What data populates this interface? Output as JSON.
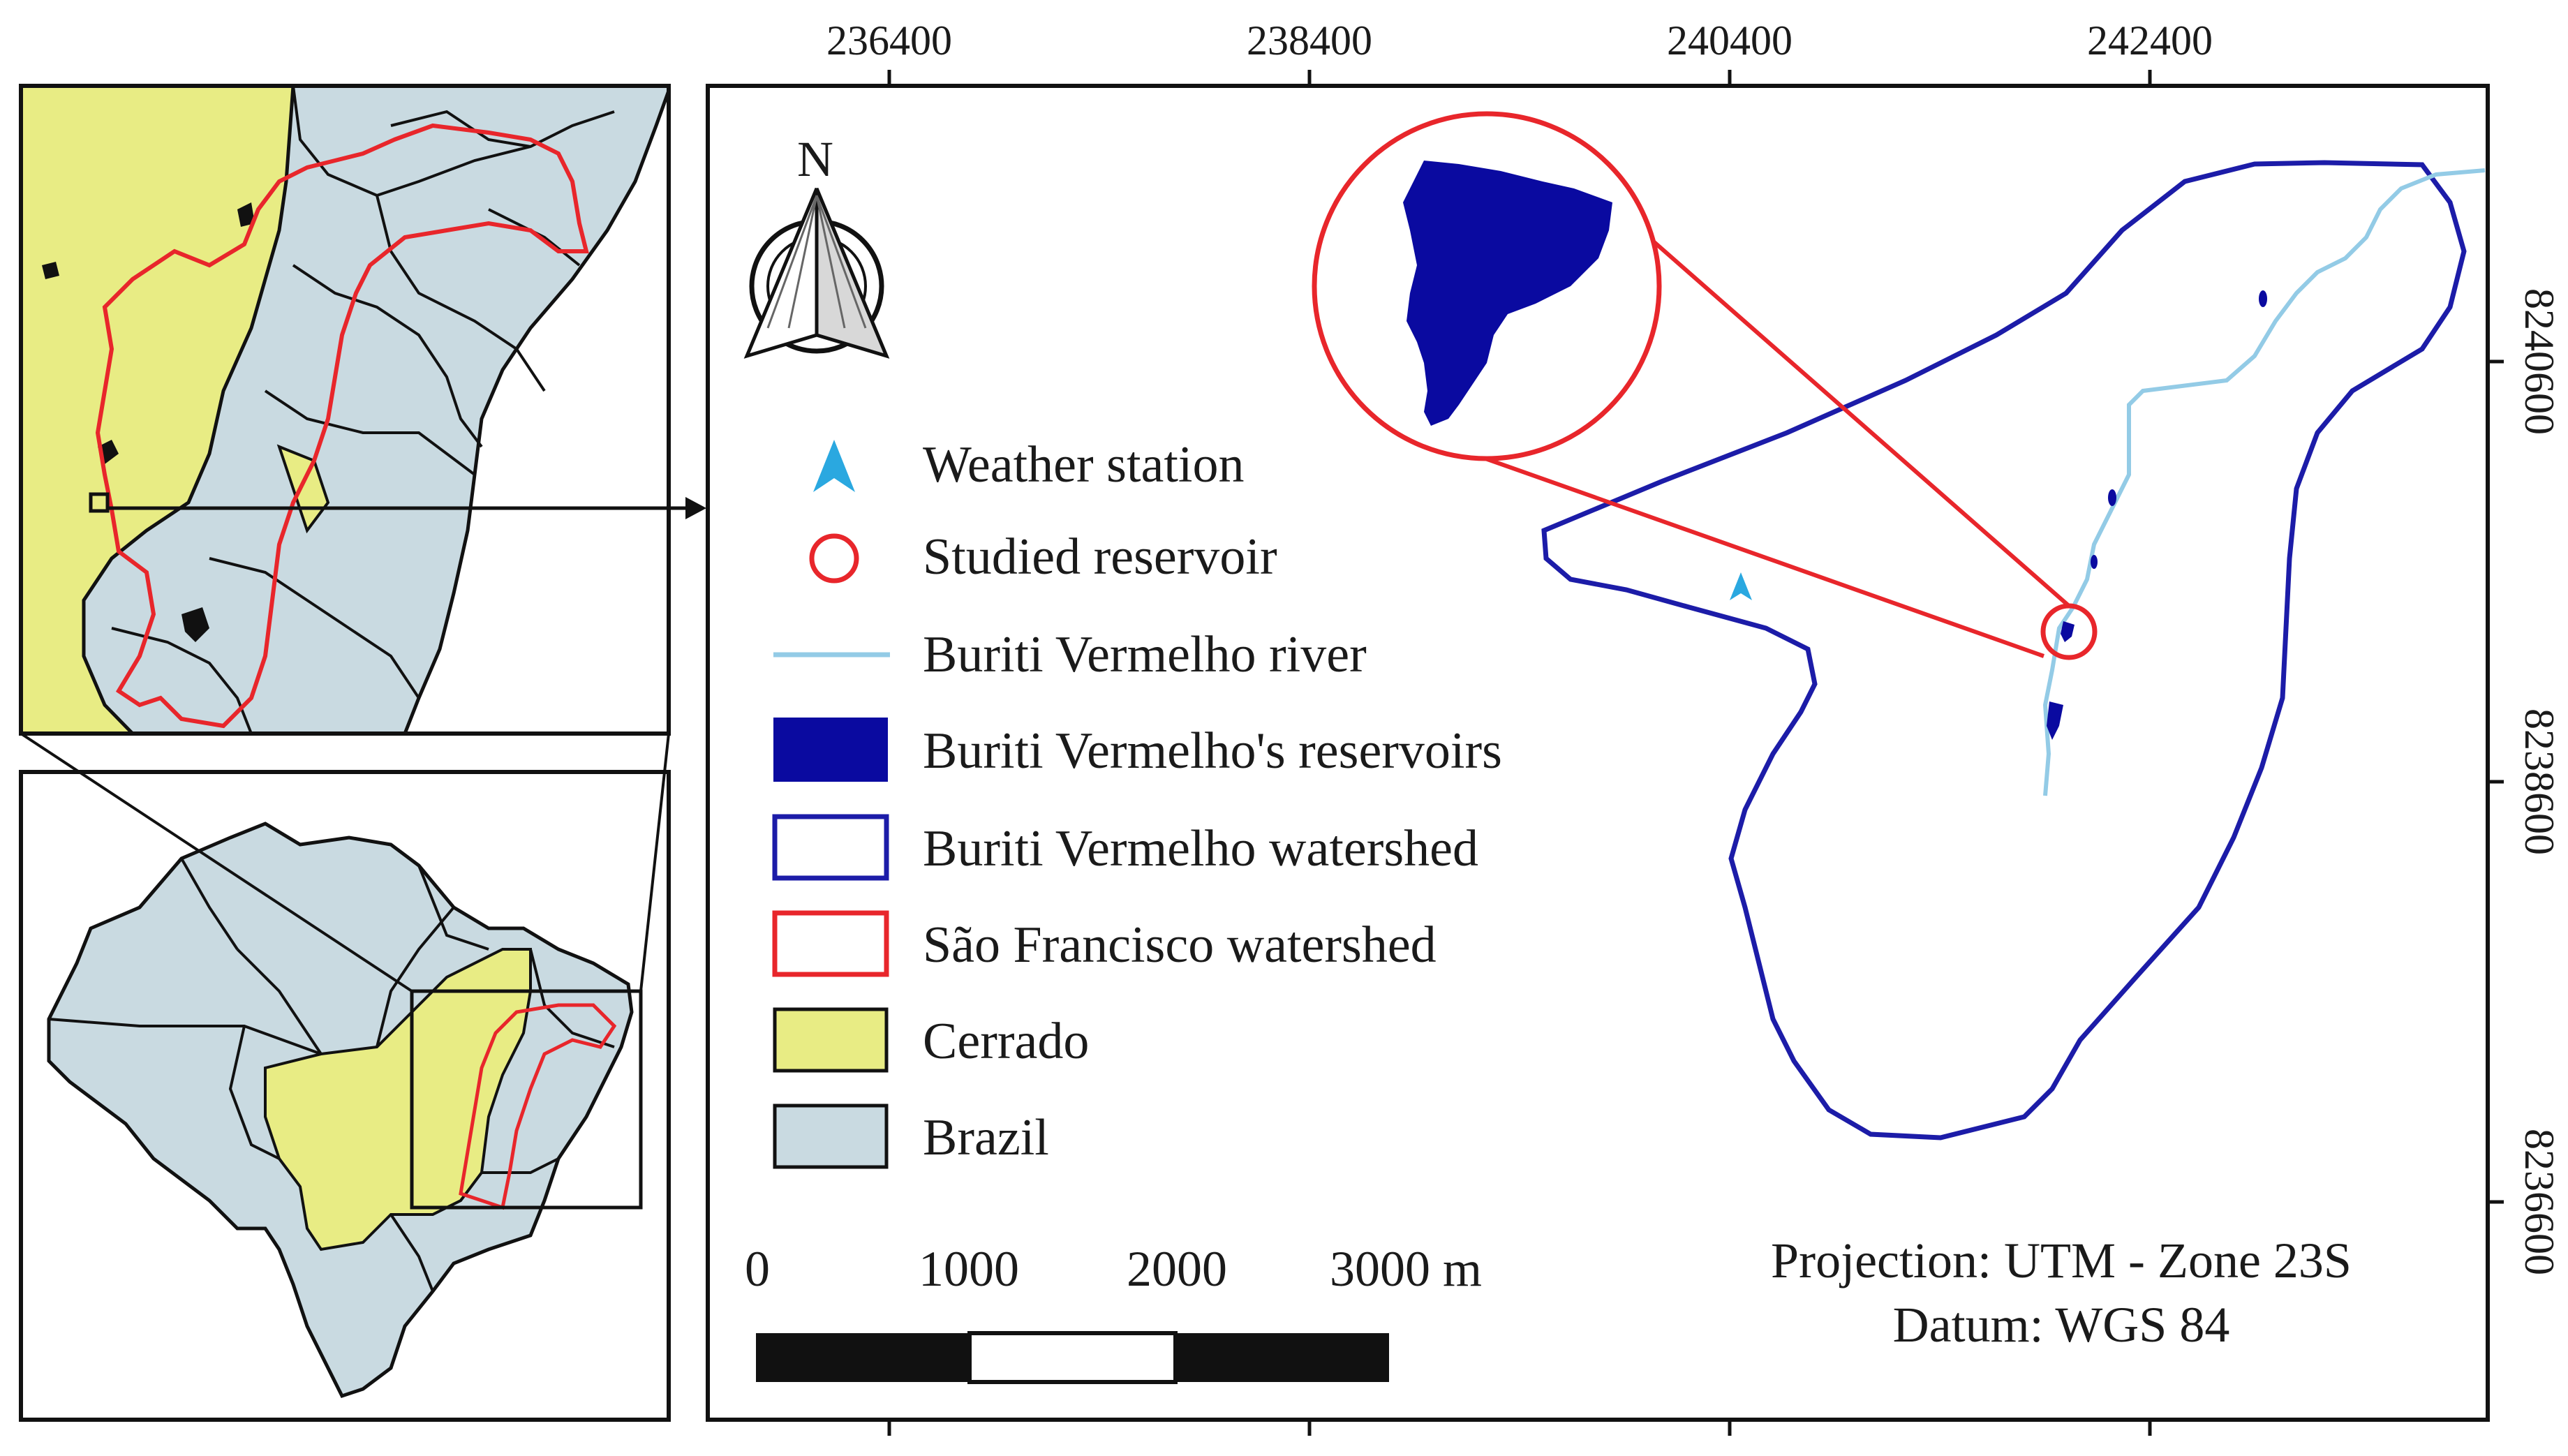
{
  "top_axis": {
    "ticks": [
      "236400",
      "238400",
      "240400",
      "242400"
    ]
  },
  "right_axis": {
    "ticks": [
      "8240600",
      "8238600",
      "8236600"
    ]
  },
  "north_arrow": {
    "label": "N"
  },
  "legend": {
    "items": [
      {
        "label": "Weather station",
        "symbol": "triangle",
        "color": "#2aa8e0"
      },
      {
        "label": "Studied reservoir",
        "symbol": "circle-outline",
        "color": "#e8262b"
      },
      {
        "label": "Buriti Vermelho river",
        "symbol": "line",
        "color": "#93cbe6"
      },
      {
        "label": "Buriti Vermelho's reservoirs",
        "symbol": "filled-rect",
        "color": "#0a0aa0"
      },
      {
        "label": "Buriti Vermelho watershed",
        "symbol": "outline-rect",
        "color": "#1c1ca8"
      },
      {
        "label": "São Francisco watershed",
        "symbol": "outline-rect",
        "color": "#e8262b"
      },
      {
        "label": "Cerrado",
        "symbol": "filled-rect",
        "color": "#e8ec84"
      },
      {
        "label": "Brazil",
        "symbol": "filled-rect",
        "color": "#c9dae1"
      }
    ]
  },
  "scale_bar": {
    "labels": [
      "0",
      "1000",
      "2000",
      "3000 m"
    ]
  },
  "projection": {
    "line1": "Projection: UTM - Zone 23S",
    "line2": "Datum: WGS 84"
  },
  "colors": {
    "cerrado": "#e8ec84",
    "brazil": "#c9dae1",
    "sao_francisco": "#e8262b",
    "watershed": "#1c1ca8",
    "reservoir": "#0a0aa0",
    "river": "#93cbe6",
    "station": "#2aa8e0"
  }
}
